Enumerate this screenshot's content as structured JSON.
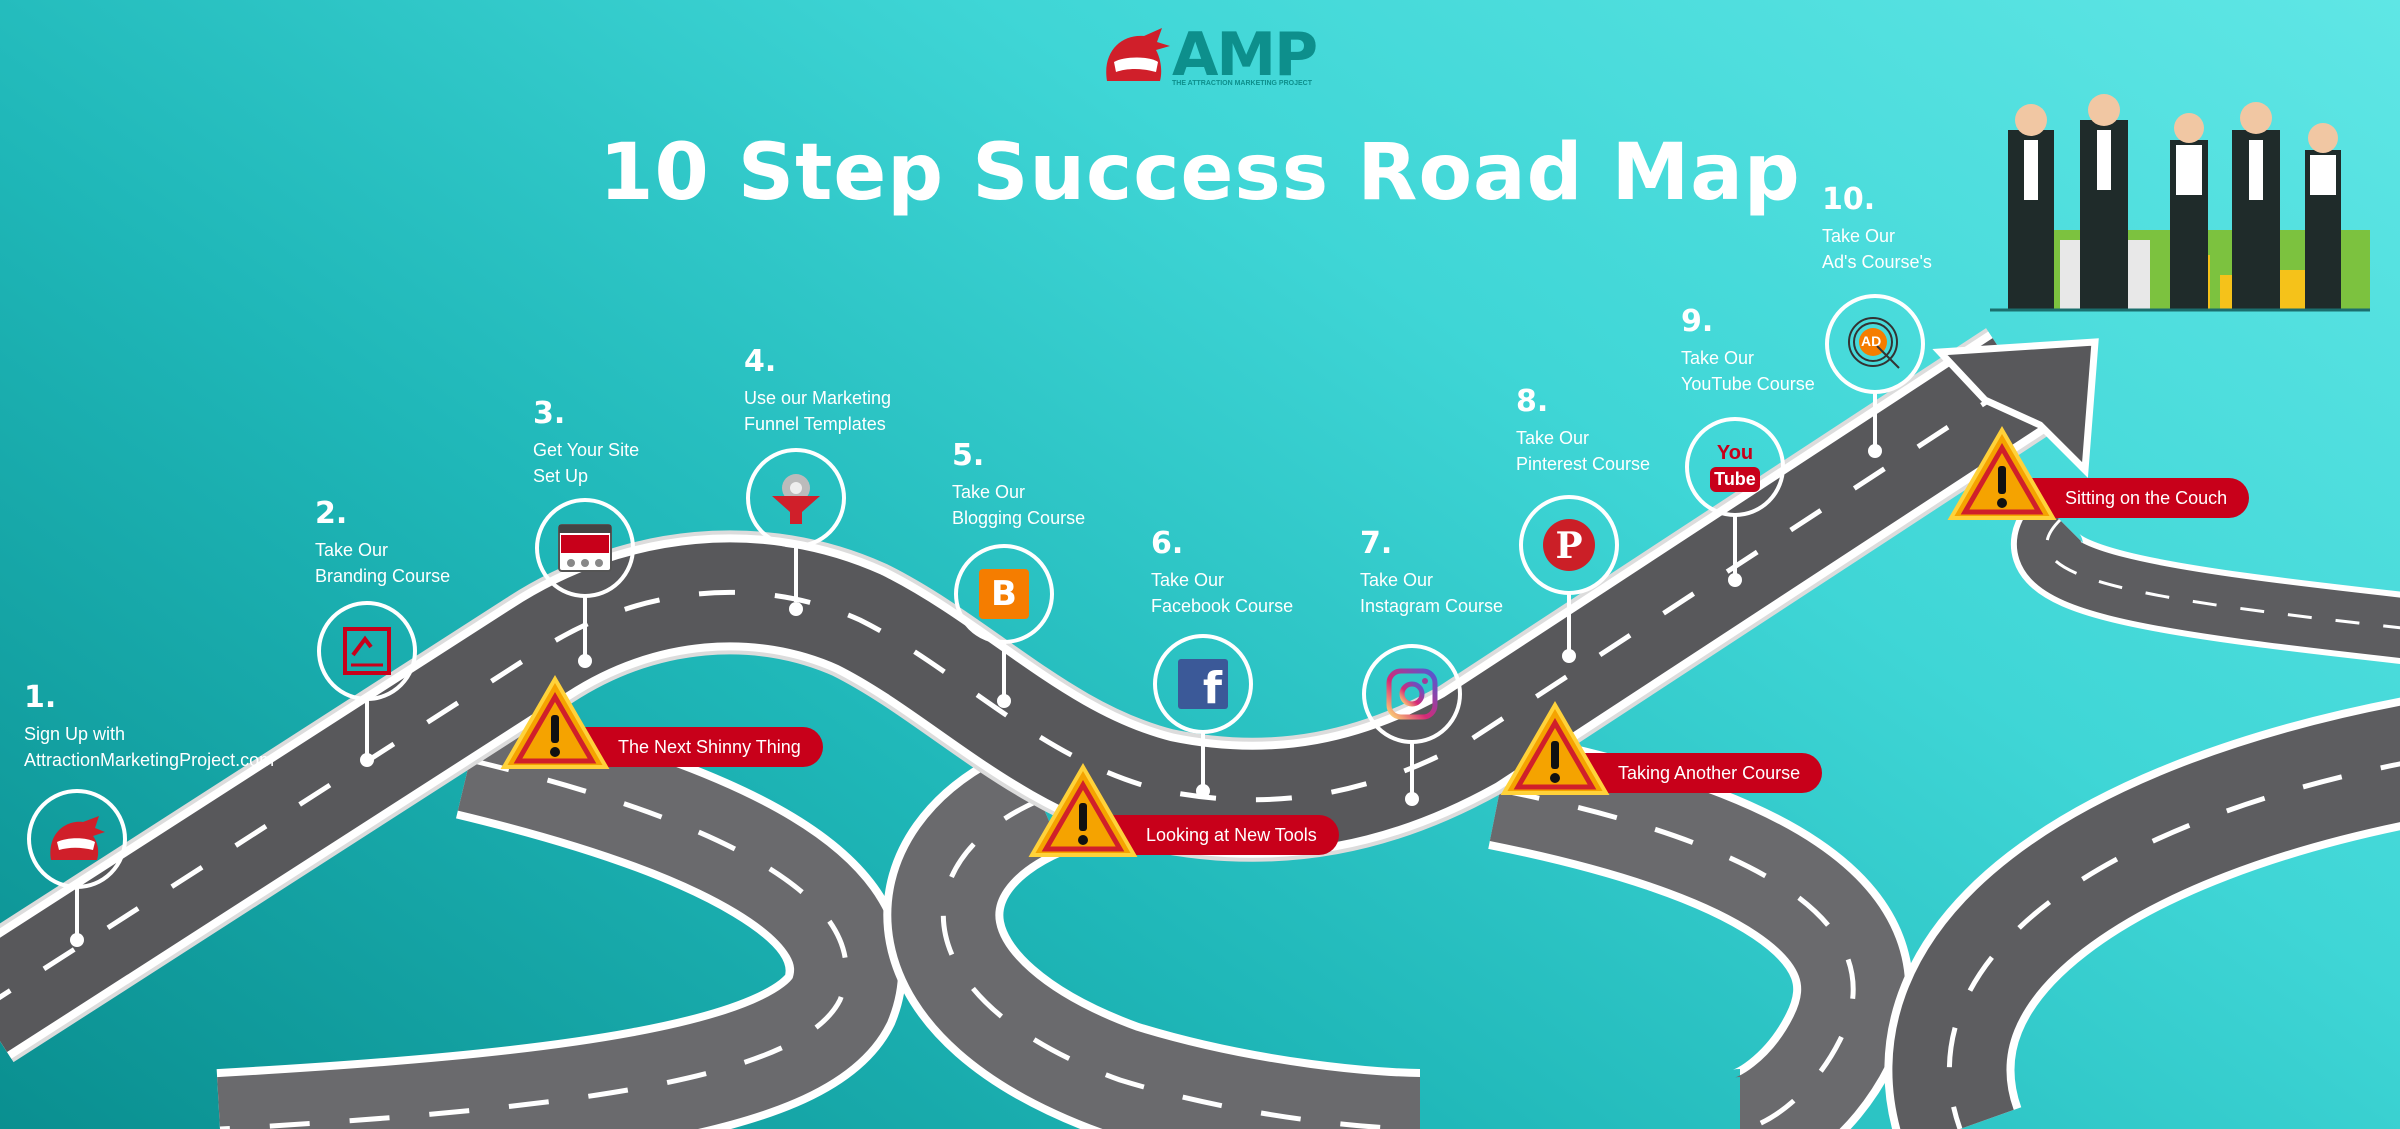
{
  "logo": {
    "brand": "AMP",
    "tagline": "THE ATTRACTION MARKETING PROJECT"
  },
  "title": "10 Step Success Road Map",
  "steps": [
    {
      "num": "1.",
      "text": "Sign Up with\nAttractionMarketingProject.com",
      "icon": "ninja-icon"
    },
    {
      "num": "2.",
      "text": "Take Our\nBranding Course",
      "icon": "branding-icon"
    },
    {
      "num": "3.",
      "text": "Get Your Site\nSet Up",
      "icon": "website-icon"
    },
    {
      "num": "4.",
      "text": "Use our Marketing\nFunnel Templates",
      "icon": "funnel-icon"
    },
    {
      "num": "5.",
      "text": "Take Our\nBlogging Course",
      "icon": "blogger-icon"
    },
    {
      "num": "6.",
      "text": "Take Our\nFacebook Course",
      "icon": "facebook-icon"
    },
    {
      "num": "7.",
      "text": "Take Our\nInstagram Course",
      "icon": "instagram-icon"
    },
    {
      "num": "8.",
      "text": "Take Our\nPinterest Course",
      "icon": "pinterest-icon"
    },
    {
      "num": "9.",
      "text": "Take Our\nYouTube Course",
      "icon": "youtube-icon"
    },
    {
      "num": "10.",
      "text": "Take Our\nAd's Course's",
      "icon": "ad-target-icon"
    }
  ],
  "icon_text": {
    "youtube_top": "You",
    "youtube_bottom": "Tube",
    "ad": "AD",
    "facebook": "f",
    "blogger": "B",
    "pinterest": "P"
  },
  "warnings": [
    "The Next Shinny Thing",
    "Looking at New Tools",
    "Taking Another Course",
    "Sitting on the Couch"
  ],
  "colors": {
    "warning_red": "#c8001a",
    "road": "#5b5b5e",
    "brand_teal": "#0d8f8c"
  }
}
